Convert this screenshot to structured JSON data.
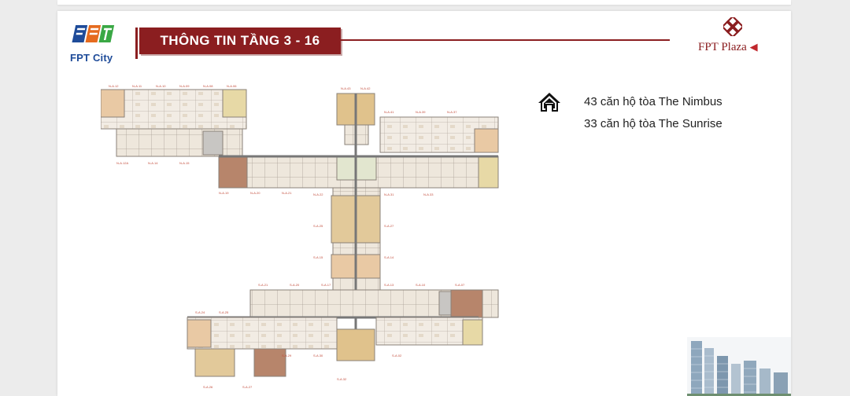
{
  "logo": {
    "text": "FPT City",
    "colors": [
      "#1e4b99",
      "#e56b1f",
      "#3aa845"
    ]
  },
  "banner": {
    "title": "THÔNG TIN TẦNG 3 - 16"
  },
  "brand": {
    "name": "FPT Plaza",
    "accent": "#8b1e20"
  },
  "info": {
    "icon": "home-icon",
    "lines": [
      "43 căn hộ tòa The Nimbus",
      "33 căn hộ tòa The Sunrise"
    ]
  }
}
